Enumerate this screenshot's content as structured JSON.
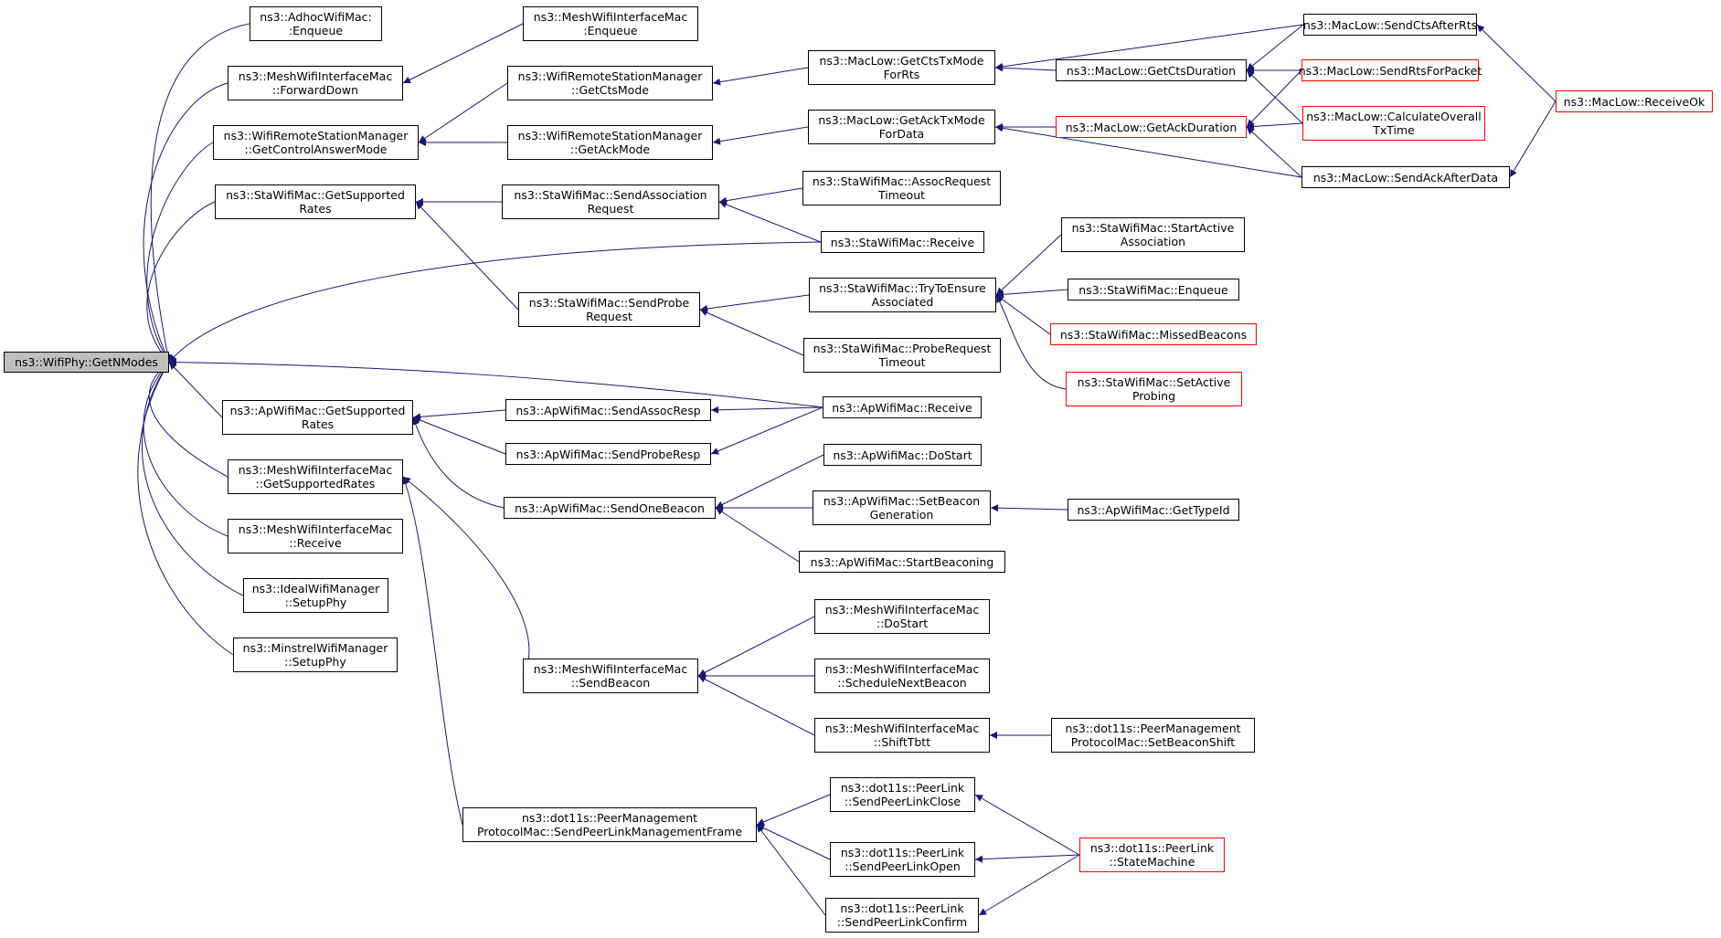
{
  "colors": {
    "edge": "#191970",
    "red_border": "#ff0000",
    "root_fill": "#bfbfbf"
  },
  "nodes": {
    "root": {
      "l1": "ns3::WifiPhy::GetNModes",
      "l2": ""
    },
    "adhocEnq": {
      "l1": "ns3::AdhocWifiMac:",
      "l2": ":Enqueue"
    },
    "meshFwd": {
      "l1": "ns3::MeshWifiInterfaceMac",
      "l2": "::ForwardDown"
    },
    "wrsmCtrl": {
      "l1": "ns3::WifiRemoteStationManager",
      "l2": "::GetControlAnswerMode"
    },
    "staSupp": {
      "l1": "ns3::StaWifiMac::GetSupported",
      "l2": "Rates"
    },
    "apSupp": {
      "l1": "ns3::ApWifiMac::GetSupported",
      "l2": "Rates"
    },
    "meshSupp": {
      "l1": "ns3::MeshWifiInterfaceMac",
      "l2": "::GetSupportedRates"
    },
    "meshRecv": {
      "l1": "ns3::MeshWifiInterfaceMac",
      "l2": "::Receive"
    },
    "idealSetup": {
      "l1": "ns3::IdealWifiManager",
      "l2": "::SetupPhy"
    },
    "minstrelSetup": {
      "l1": "ns3::MinstrelWifiManager",
      "l2": "::SetupPhy"
    },
    "meshEnq": {
      "l1": "ns3::MeshWifiInterfaceMac",
      "l2": ":Enqueue"
    },
    "wrsmCts": {
      "l1": "ns3::WifiRemoteStationManager",
      "l2": "::GetCtsMode"
    },
    "wrsmAck": {
      "l1": "ns3::WifiRemoteStationManager",
      "l2": "::GetAckMode"
    },
    "staAssocReq": {
      "l1": "ns3::StaWifiMac::SendAssociation",
      "l2": "Request"
    },
    "staProbe": {
      "l1": "ns3::StaWifiMac::SendProbe",
      "l2": "Request"
    },
    "apAssocResp": {
      "l1": "ns3::ApWifiMac::SendAssocResp",
      "l2": ""
    },
    "apProbeResp": {
      "l1": "ns3::ApWifiMac::SendProbeResp",
      "l2": ""
    },
    "apOneBeacon": {
      "l1": "ns3::ApWifiMac::SendOneBeacon",
      "l2": ""
    },
    "meshSendBeacon": {
      "l1": "ns3::MeshWifiInterfaceMac",
      "l2": "::SendBeacon"
    },
    "pmpSend": {
      "l1": "ns3::dot11s::PeerManagement",
      "l2": "ProtocolMac::SendPeerLinkManagementFrame"
    },
    "macCtsTx": {
      "l1": "ns3::MacLow::GetCtsTxMode",
      "l2": "ForRts"
    },
    "macAckTx": {
      "l1": "ns3::MacLow::GetAckTxMode",
      "l2": "ForData"
    },
    "staAssocTo": {
      "l1": "ns3::StaWifiMac::AssocRequest",
      "l2": "Timeout"
    },
    "staRecv": {
      "l1": "ns3::StaWifiMac::Receive",
      "l2": ""
    },
    "staTry": {
      "l1": "ns3::StaWifiMac::TryToEnsure",
      "l2": "Associated"
    },
    "staProbeTo": {
      "l1": "ns3::StaWifiMac::ProbeRequest",
      "l2": "Timeout"
    },
    "apRecv": {
      "l1": "ns3::ApWifiMac::Receive",
      "l2": ""
    },
    "apDoStart": {
      "l1": "ns3::ApWifiMac::DoStart",
      "l2": ""
    },
    "apSetBeacon": {
      "l1": "ns3::ApWifiMac::SetBeacon",
      "l2": "Generation"
    },
    "apStartBeacon": {
      "l1": "ns3::ApWifiMac::StartBeaconing",
      "l2": ""
    },
    "meshDoStart": {
      "l1": "ns3::MeshWifiInterfaceMac",
      "l2": "::DoStart"
    },
    "meshSched": {
      "l1": "ns3::MeshWifiInterfaceMac",
      "l2": "::ScheduleNextBeacon"
    },
    "meshShift": {
      "l1": "ns3::MeshWifiInterfaceMac",
      "l2": "::ShiftTbtt"
    },
    "plClose": {
      "l1": "ns3::dot11s::PeerLink",
      "l2": "::SendPeerLinkClose"
    },
    "plOpen": {
      "l1": "ns3::dot11s::PeerLink",
      "l2": "::SendPeerLinkOpen"
    },
    "plConfirm": {
      "l1": "ns3::dot11s::PeerLink",
      "l2": "::SendPeerLinkConfirm"
    },
    "macCtsDur": {
      "l1": "ns3::MacLow::GetCtsDuration",
      "l2": ""
    },
    "macAckDur": {
      "l1": "ns3::MacLow::GetAckDuration",
      "l2": ""
    },
    "staStartAct": {
      "l1": "ns3::StaWifiMac::StartActive",
      "l2": "Association"
    },
    "staEnq": {
      "l1": "ns3::StaWifiMac::Enqueue",
      "l2": ""
    },
    "staMissed": {
      "l1": "ns3::StaWifiMac::MissedBeacons",
      "l2": ""
    },
    "staSetActive": {
      "l1": "ns3::StaWifiMac::SetActive",
      "l2": "Probing"
    },
    "apTypeId": {
      "l1": "ns3::ApWifiMac::GetTypeId",
      "l2": ""
    },
    "pmpShift": {
      "l1": "ns3::dot11s::PeerManagement",
      "l2": "ProtocolMac::SetBeaconShift"
    },
    "plState": {
      "l1": "ns3::dot11s::PeerLink",
      "l2": "::StateMachine"
    },
    "macSendCts": {
      "l1": "ns3::MacLow::SendCtsAfterRts",
      "l2": ""
    },
    "macSendRts": {
      "l1": "ns3::MacLow::SendRtsForPacket",
      "l2": ""
    },
    "macCalc": {
      "l1": "ns3::MacLow::CalculateOverall",
      "l2": "TxTime"
    },
    "macSendAck": {
      "l1": "ns3::MacLow::SendAckAfterData",
      "l2": ""
    },
    "macRecvOk": {
      "l1": "ns3::MacLow::ReceiveOk",
      "l2": ""
    }
  }
}
